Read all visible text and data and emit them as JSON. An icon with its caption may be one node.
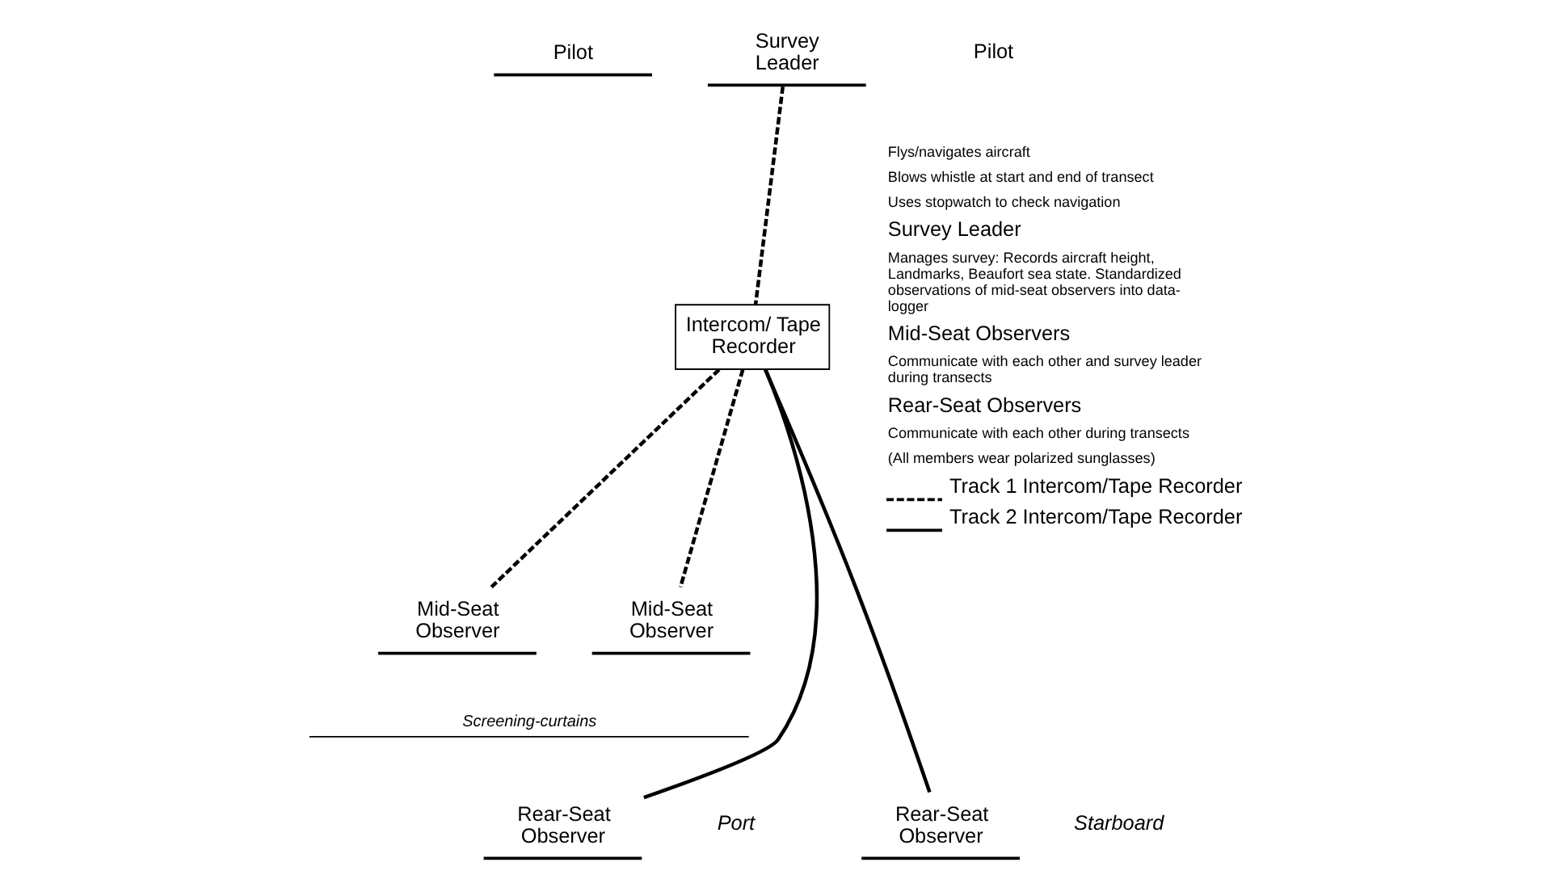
{
  "diagram": {
    "nodes": [
      {
        "text": [
          "Pilot"
        ]
      },
      {
        "text": [
          "Survey Leader"
        ]
      },
      {
        "text": [
          "Intercom/ Tape Recorder"
        ]
      },
      {
        "text": [
          "Mid-Seat Observer"
        ]
      },
      {
        "text": [
          "Mid-Seat Observer"
        ]
      },
      {
        "text": [
          "Rear-Seat Observer"
        ],
        "beside": [
          "Port"
        ]
      },
      {
        "text": [
          "Rear-Seat Observer"
        ],
        "beside": [
          "Starboard"
        ]
      }
    ],
    "edges": [
      {
        "from": 1,
        "to": 2,
        "arrow": "none",
        "style": "dashed"
      },
      {
        "from": 2,
        "to": 3,
        "arrow": "none",
        "style": "dashed"
      },
      {
        "from": 2,
        "to": 4,
        "arrow": "none",
        "style": "dashed"
      },
      {
        "from": 2,
        "to": 5,
        "arrow": "none"
      },
      {
        "from": 2,
        "to": 6,
        "arrow": "none"
      }
    ],
    "labels": [
      "Screening-curtains",
      "Pilot",
      "Flys/navigates aircraft",
      "Blows whistle at start and end of transect",
      "Uses stopwatch to check navigation",
      "Survey Leader",
      "Manages survey: Records aircraft height, Landmarks, Beaufort sea state. Standardized observations of mid-seat observers into data-logger",
      "Mid-Seat Observers",
      "Communicate with each other and survey leader during transects",
      "Rear-Seat Observers",
      "Communicate with each other during transects",
      "(All members wear polarized sunglasses)"
    ],
    "legend": [
      {
        "text": "Track 1 Intercom/Tape Recorder"
      },
      {
        "text": "Track 2 Intercom/Tape Recorder"
      }
    ]
  }
}
